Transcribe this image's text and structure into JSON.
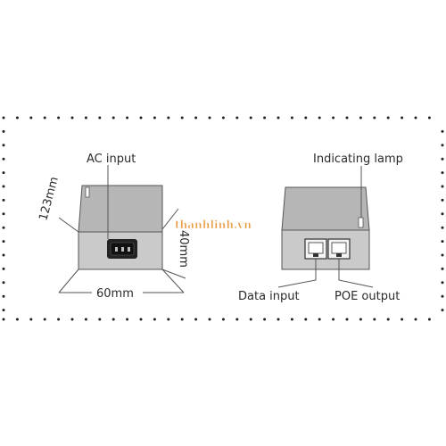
{
  "labels": {
    "ac_input": "AC input",
    "indicating_lamp": "Indicating lamp",
    "data_input": "Data input",
    "poe_output": "POE output",
    "dim_height": "123mm",
    "dim_width": "60mm",
    "dim_depth": "40mm"
  },
  "watermark": "thanhlinh.vn",
  "colors": {
    "device_top": "#b6b6b6",
    "device_front": "#cacaca",
    "outline": "#555555",
    "dots": "#222222",
    "watermark": "#e8963a"
  }
}
